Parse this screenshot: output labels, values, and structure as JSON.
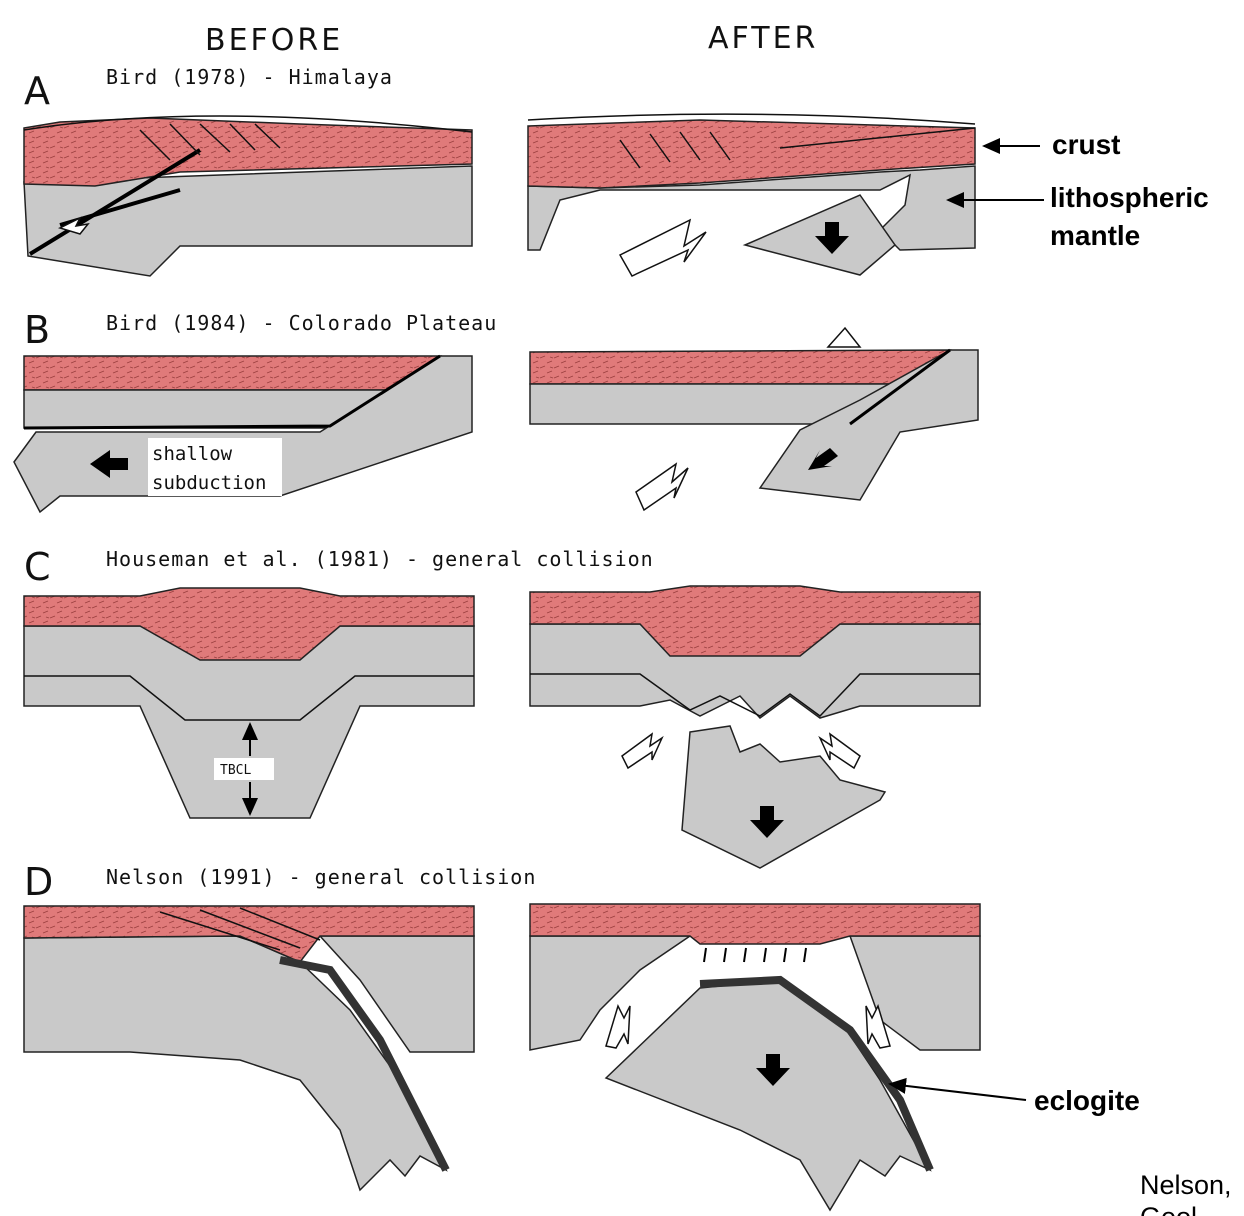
{
  "headers": {
    "before": "BEFORE",
    "after": "AFTER"
  },
  "panels": [
    {
      "letter": "A",
      "citation": "Bird (1978) - Himalaya"
    },
    {
      "letter": "B",
      "citation": "Bird (1984) - Colorado Plateau",
      "inset_label_1": "shallow",
      "inset_label_2": "subduction"
    },
    {
      "letter": "C",
      "citation": "Houseman et al. (1981) - general collision",
      "inset_label": "TBCL"
    },
    {
      "letter": "D",
      "citation": "Nelson (1991) - general collision"
    }
  ],
  "labels": {
    "crust": "crust",
    "lithospheric_1": "lithospheric",
    "lithospheric_2": "mantle",
    "eclogite": "eclogite"
  },
  "source": {
    "line1": "Nelson,",
    "line2": "Geol"
  },
  "colors": {
    "crust": "#e07a7a",
    "mantle": "#c9c9c9",
    "outline": "#222222"
  }
}
